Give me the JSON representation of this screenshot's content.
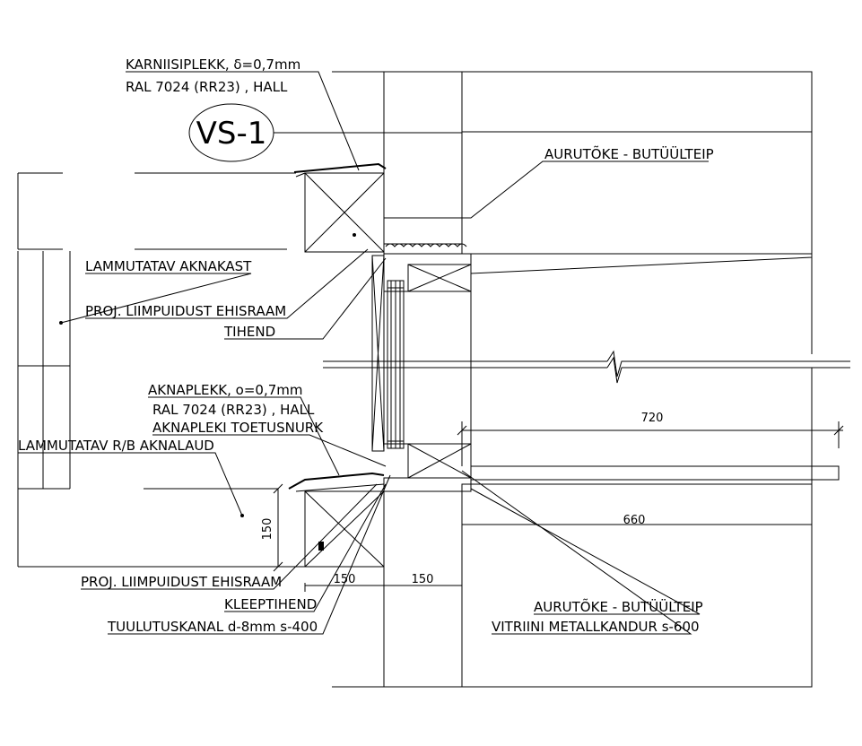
{
  "detail_tag": "VS-1",
  "labels": {
    "karniisiplekk_1": "KARNIISIPLEKK, δ=0,7mm",
    "karniisiplekk_2": "RAL 7024 (RR23) , HALL",
    "aurutoke_top": "AURUTÕKE - BUTÜÜLTEIP",
    "lammutatav_aknakast": "LAMMUTATAV AKNAKAST",
    "proj_ehisraam_top": "PROJ. LIIMPUIDUST EHISRAAM",
    "tihend": "TIHEND",
    "aknaplekk_1": "AKNAPLEKK, o=0,7mm",
    "aknaplekk_2": "RAL 7024 (RR23) , HALL",
    "aknapleki_toetusnurk": "AKNAPLEKI TOETUSNURK",
    "lammutatav_aknalaud": "LAMMUTATAV R/B AKNALAUD",
    "proj_ehisraam_bottom": "PROJ. LIIMPUIDUST EHISRAAM",
    "kleeptihend": "KLEEPTIHEND",
    "tuulutuskanal": "TUULUTUSKANAL d-8mm s-400",
    "aurutoke_bottom": "AURUTÕKE - BUTÜÜLTEIP",
    "vitriini": "VITRIINI METALLKANDUR s-600"
  },
  "dimensions": {
    "d720": "720",
    "d660": "660",
    "d150_vert": "150",
    "d150_a": "150",
    "d150_b": "150"
  }
}
